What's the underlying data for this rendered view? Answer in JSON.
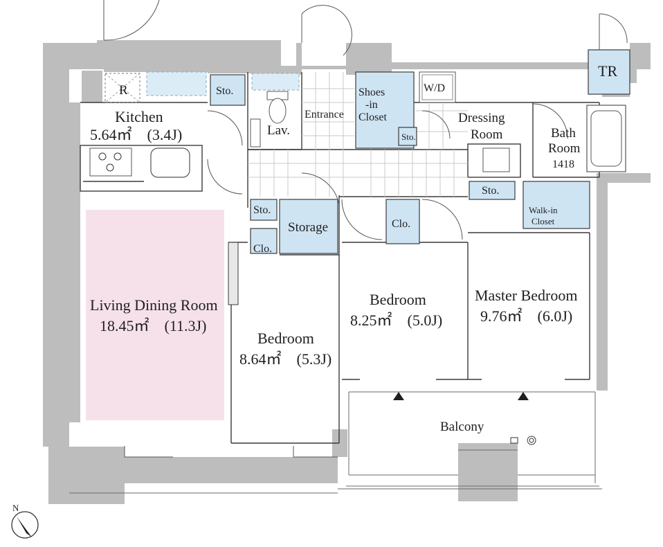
{
  "colors": {
    "wall": "#bdbdbd",
    "storage_fill": "#cfe4f3",
    "living_highlight": "#f6e1ea",
    "line": "#3a3a3a"
  },
  "icons": {
    "north_arrow": "compass-north-icon",
    "stove": "gas-stove-icon",
    "sink": "sink-icon",
    "toilet": "toilet-icon",
    "bathtub": "bathtub-icon",
    "washer": "washing-machine-icon",
    "refrigerator": "refrigerator-icon",
    "ac_unit": "outdoor-ac-unit-icon"
  },
  "compass": {
    "label": "N"
  },
  "rooms": {
    "fridge": {
      "label": "R"
    },
    "kitchen": {
      "name": "Kitchen",
      "area": "5.64㎡　(3.4J)"
    },
    "sto_kitchen": {
      "label": "Sto."
    },
    "lav": {
      "label": "Lav."
    },
    "entrance": {
      "label": "Entrance"
    },
    "shoes_closet": {
      "line1": "Shoes",
      "line2": "-in",
      "line3": "Closet"
    },
    "washer": {
      "label": "W/D"
    },
    "sto_small": {
      "label": "Sto."
    },
    "dressing": {
      "line1": "Dressing",
      "line2": "Room"
    },
    "bath": {
      "line1": "Bath",
      "line2": "Room",
      "line3": "1418"
    },
    "tr": {
      "label": "TR"
    },
    "sto_hall": {
      "label": "Sto."
    },
    "storage": {
      "label": "Storage"
    },
    "clo_hall": {
      "label": "Clo."
    },
    "clo_bed": {
      "label": "Clo."
    },
    "sto_master": {
      "label": "Sto."
    },
    "walkin": {
      "line1": "Walk-in",
      "line2": "Closet"
    },
    "living": {
      "name": "Living Dining Room",
      "area": "18.45㎡　(11.3J)"
    },
    "bedroom_left": {
      "name": "Bedroom",
      "area": "8.64㎡　(5.3J)"
    },
    "bedroom_mid": {
      "name": "Bedroom",
      "area": "8.25㎡　(5.0J)"
    },
    "master": {
      "name": "Master Bedroom",
      "area": "9.76㎡　(6.0J)"
    },
    "balcony": {
      "label": "Balcony"
    }
  }
}
